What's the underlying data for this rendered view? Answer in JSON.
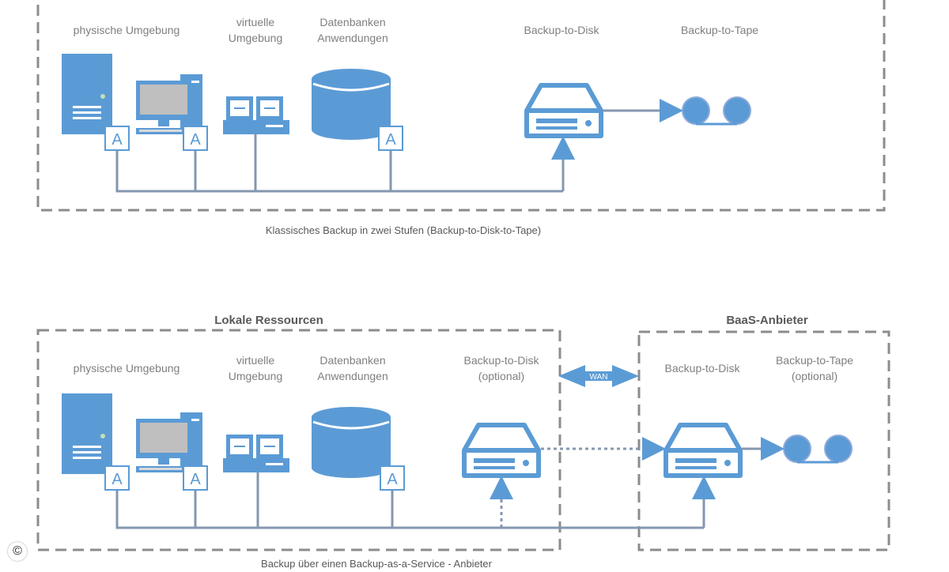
{
  "diagram_top": {
    "physical": "physische Umgebung",
    "virtual": "virtuelle\nUmgebung",
    "databases": "Datenbanken\nAnwendungen",
    "disk": "Backup-to-Disk",
    "tape": "Backup-to-Tape",
    "caption": "Klassisches Backup in zwei Stufen (Backup-to-Disk-to-Tape)"
  },
  "diagram_bottom": {
    "local_title": "Lokale Ressourcen",
    "provider_title": "BaaS-Anbieter",
    "physical": "physische Umgebung",
    "virtual": "virtuelle\nUmgebung",
    "databases": "Datenbanken\nAnwendungen",
    "disk_optional": "Backup-to-Disk\n(optional)",
    "provider_disk": "Backup-to-Disk",
    "provider_tape": "Backup-to-Tape\n(optional)",
    "wan": "WAN",
    "caption": "Backup über einen Backup-as-a-Service - Anbieter"
  },
  "agent_letter": "A",
  "copyright_symbol": "©",
  "colors": {
    "accent": "#5b9bd5",
    "line": "#8497b0",
    "dash": "#8c8c8c",
    "text": "#7f7f7f"
  }
}
